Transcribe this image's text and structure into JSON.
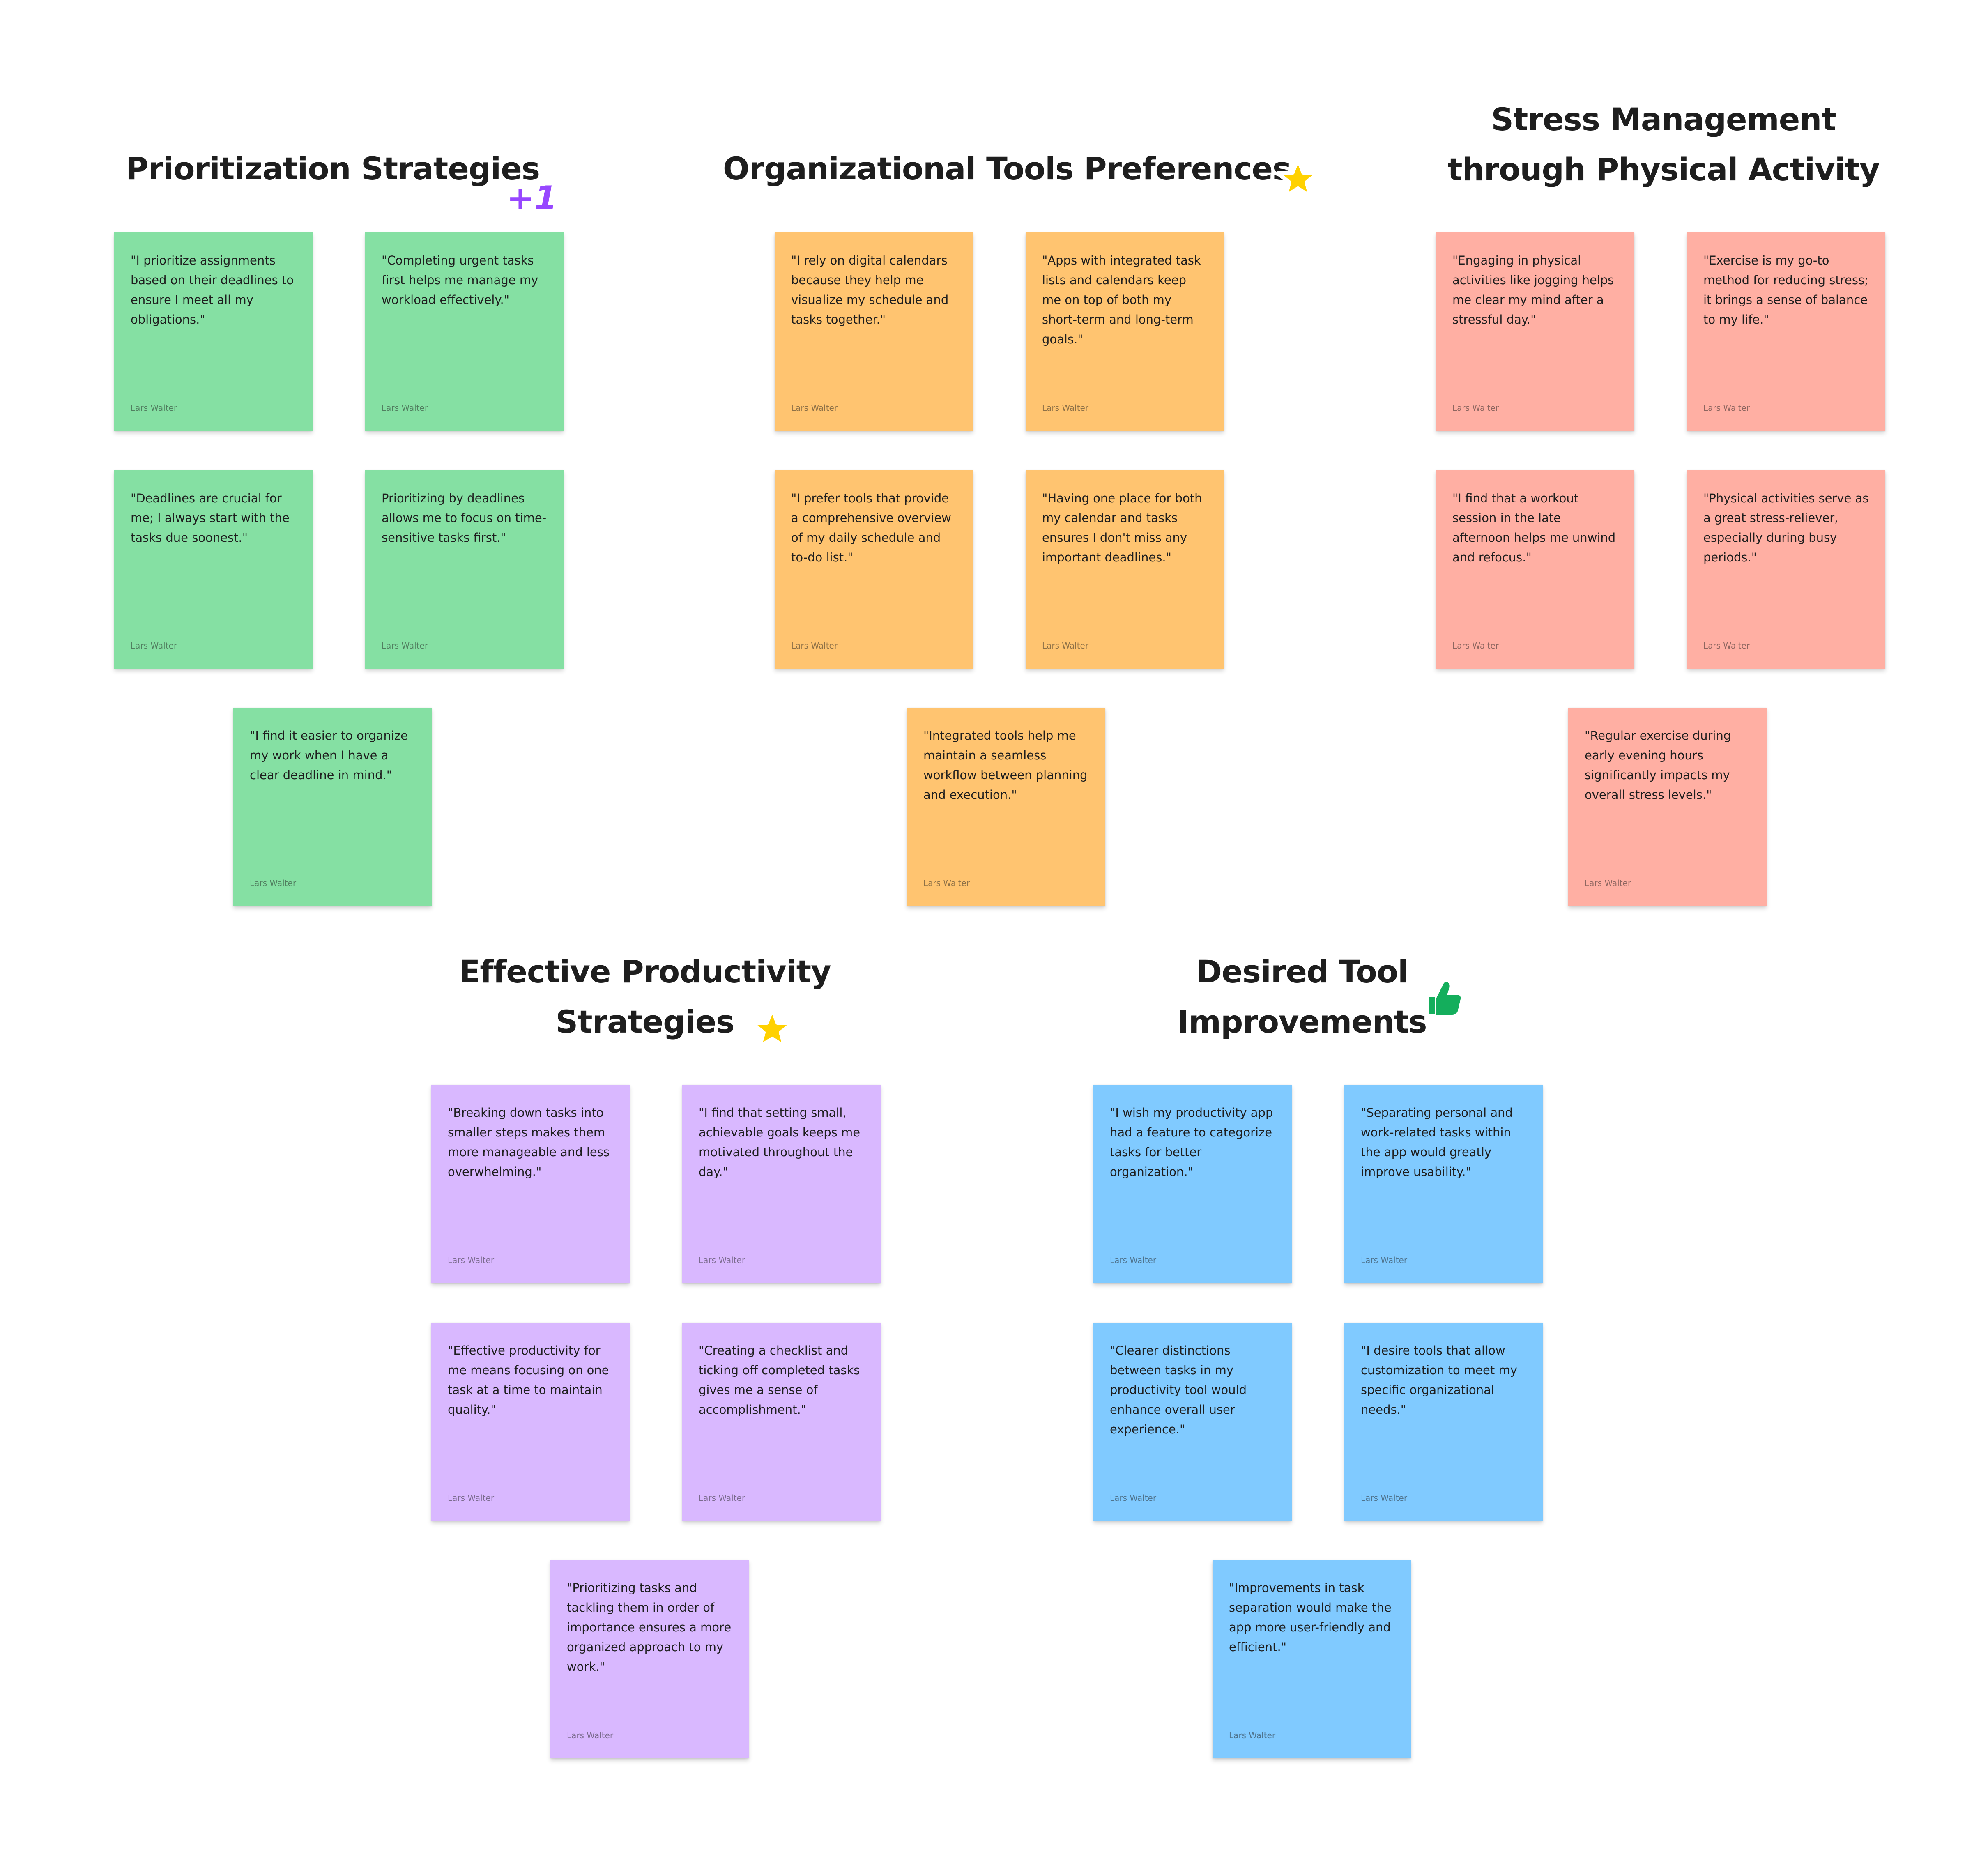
{
  "colors": {
    "green": "#85e0a3",
    "orange": "#ffc470",
    "red": "#ffafa3",
    "purple": "#d9b8ff",
    "blue": "#80caff",
    "sticker_star": "#ffd100",
    "sticker_plus_one": "#9747ff",
    "sticker_thumbs": "#14ae5c"
  },
  "clusters": {
    "prioritization": {
      "title": "Prioritization Strategies",
      "sticker": "plus-one-sticker",
      "sticker_text": "+1",
      "notes": [
        {
          "text": "\"I prioritize assignments based on their deadlines to ensure I meet all my obligations.\"",
          "author": "Lars Walter"
        },
        {
          "text": "\"Completing urgent tasks first helps me manage my workload effectively.\"",
          "author": "Lars Walter"
        },
        {
          "text": "\"Deadlines are crucial for me; I always start with the tasks due soonest.\"",
          "author": "Lars Walter"
        },
        {
          "text": "Prioritizing by deadlines allows me to focus on time-sensitive tasks first.\"",
          "author": "Lars Walter"
        },
        {
          "text": "\"I find it easier to organize my work when I have a clear deadline in mind.\"",
          "author": "Lars Walter"
        }
      ]
    },
    "organizational": {
      "title": "Organizational Tools Preferences",
      "sticker": "star-sticker",
      "notes": [
        {
          "text": "\"I rely on digital calendars because they help me visualize my schedule and tasks together.\"",
          "author": "Lars Walter"
        },
        {
          "text": "\"Apps with integrated task lists and calendars keep me on top of both my short-term and long-term goals.\"",
          "author": "Lars Walter"
        },
        {
          "text": "\"I prefer tools that provide a comprehensive overview of my daily schedule and to-do list.\"",
          "author": "Lars Walter"
        },
        {
          "text": "\"Having one place for both my calendar and tasks ensures I don't miss any important deadlines.\"",
          "author": "Lars Walter"
        },
        {
          "text": "\"Integrated tools help me maintain a seamless workflow between planning and execution.\"",
          "author": "Lars Walter"
        }
      ]
    },
    "stress": {
      "title_line1": "Stress Management",
      "title_line2": "through Physical Activity",
      "notes": [
        {
          "text": "\"Engaging in physical activities like jogging helps me clear my mind after a stressful day.\"",
          "author": "Lars Walter"
        },
        {
          "text": "\"Exercise is my go-to method for reducing stress; it brings a sense of balance to my life.\"",
          "author": "Lars Walter"
        },
        {
          "text": "\"I find that a workout session in the late afternoon helps me unwind and refocus.\"",
          "author": "Lars Walter"
        },
        {
          "text": "\"Physical activities serve as a great stress-reliever, especially during busy periods.\"",
          "author": "Lars Walter"
        },
        {
          "text": "\"Regular exercise during early evening hours significantly impacts my overall stress levels.\"",
          "author": "Lars Walter"
        }
      ]
    },
    "productivity": {
      "title_line1": "Effective Productivity",
      "title_line2": "Strategies",
      "sticker": "star-sticker",
      "notes": [
        {
          "text": "\"Breaking down tasks into smaller steps makes them more manageable and less overwhelming.\"",
          "author": "Lars Walter"
        },
        {
          "text": "\"I find that setting small, achievable goals keeps me motivated throughout the day.\"",
          "author": "Lars Walter"
        },
        {
          "text": "\"Effective productivity for me means focusing on one task at a time to maintain quality.\"",
          "author": "Lars Walter"
        },
        {
          "text": "\"Creating a checklist and ticking off completed tasks gives me a sense of accomplishment.\"",
          "author": "Lars Walter"
        },
        {
          "text": "\"Prioritizing tasks and tackling them in order of importance ensures a more organized approach to my work.\"",
          "author": "Lars Walter"
        }
      ]
    },
    "improvements": {
      "title_line1": "Desired Tool",
      "title_line2": "Improvements",
      "sticker": "thumbs-up-sticker",
      "notes": [
        {
          "text": "\"I wish my productivity app had a feature to categorize tasks for better organization.\"",
          "author": "Lars Walter"
        },
        {
          "text": "\"Separating personal and work-related tasks within the app would greatly improve usability.\"",
          "author": "Lars Walter"
        },
        {
          "text": "\"Clearer distinctions between tasks in my productivity tool would enhance overall user experience.\"",
          "author": "Lars Walter"
        },
        {
          "text": "\"I desire tools that allow customization to meet my specific organizational needs.\"",
          "author": "Lars Walter"
        },
        {
          "text": "\"Improvements in task separation would make the app more user-friendly and efficient.\"",
          "author": "Lars Walter"
        }
      ]
    }
  }
}
